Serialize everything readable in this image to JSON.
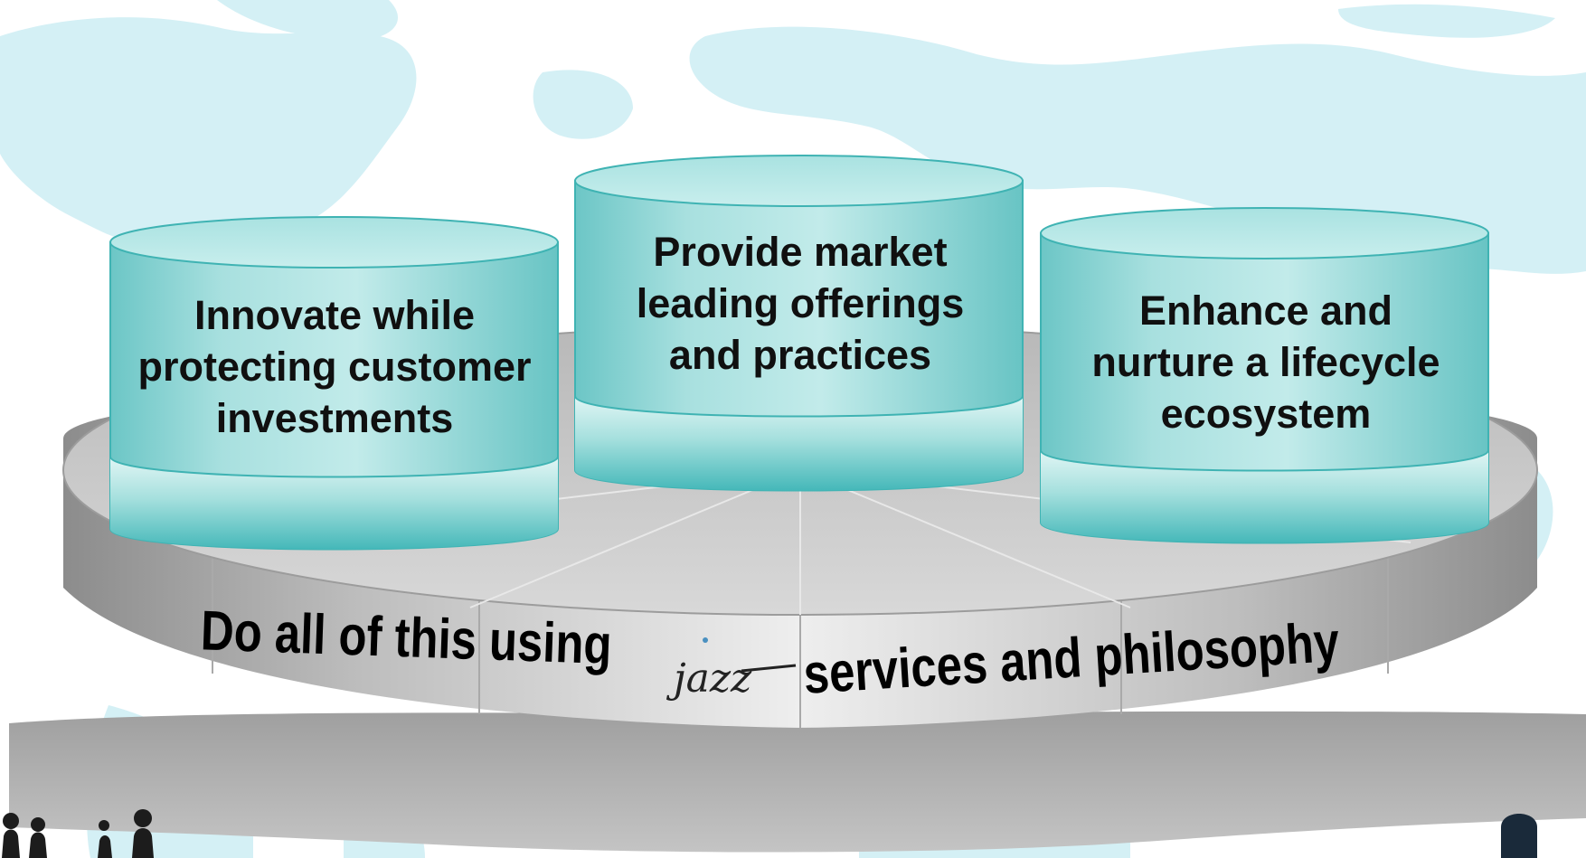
{
  "pillars": [
    {
      "lines": [
        "Innovate while",
        "protecting customer",
        "investments"
      ]
    },
    {
      "lines": [
        "Provide market",
        "leading offerings",
        "and practices"
      ]
    },
    {
      "lines": [
        "Enhance and",
        "nurture a lifecycle",
        "ecosystem"
      ]
    }
  ],
  "base": {
    "slogan_before": "Do all of this using",
    "brand_logo_text": "jazz",
    "slogan_after": "services and philosophy"
  },
  "colors": {
    "map": "#d4f0f5",
    "pillar_light": "#b9e7e6",
    "pillar_mid": "#8fd4d2",
    "pillar_dark": "#4fbcbd",
    "pillar_edge": "#3fb3b3",
    "platform_top": "#c8c8c8",
    "platform_side": "#9a9a9a",
    "shadow": "#a8a8a8",
    "slogan_text": "#000000",
    "brand_dot": "#4a90c0"
  },
  "icons": [
    "world-map-background",
    "people-silhouette-icon",
    "person-silhouette-icon"
  ]
}
